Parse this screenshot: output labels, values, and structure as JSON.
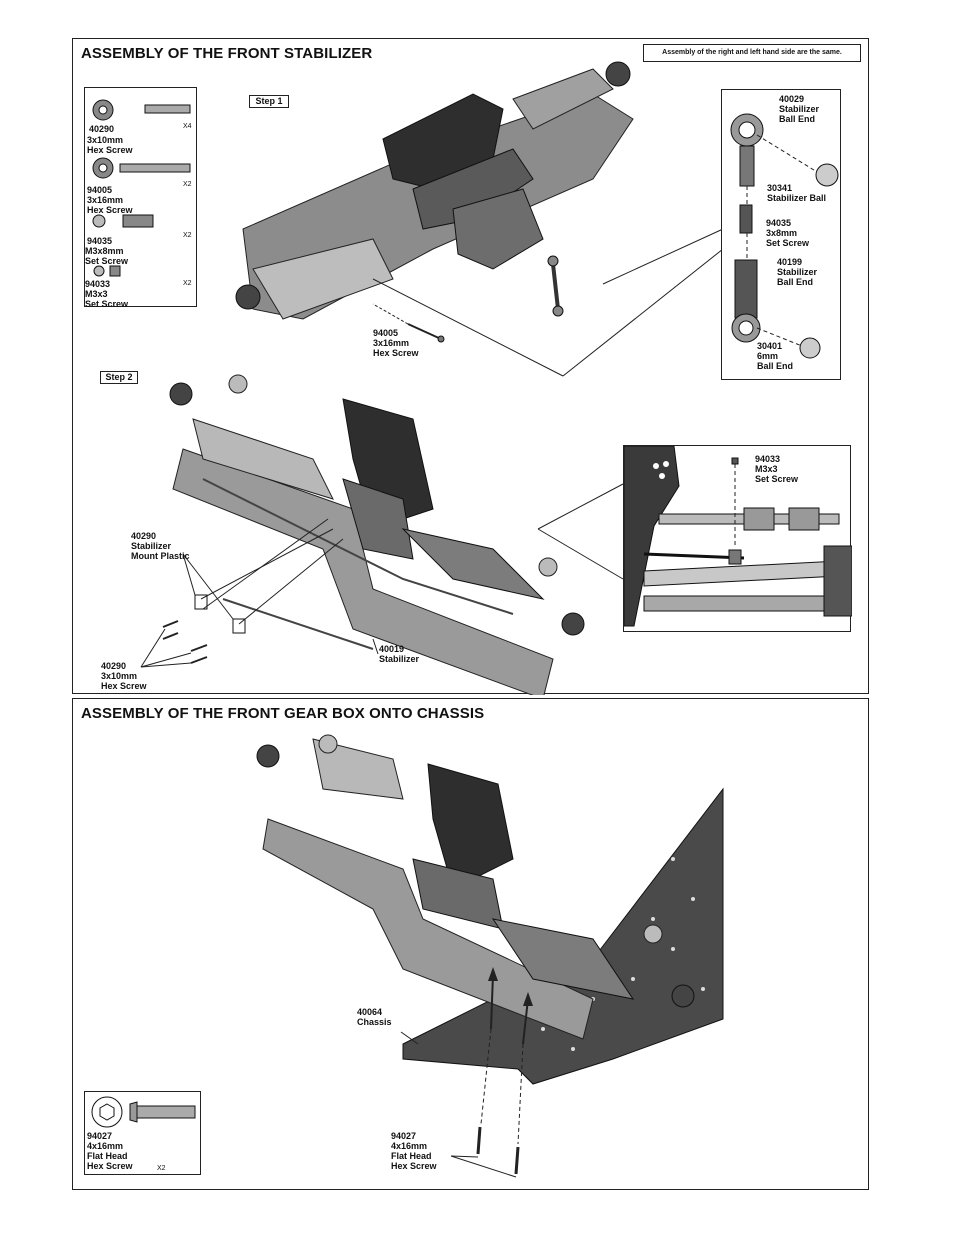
{
  "section1": {
    "title": "ASSEMBLY OF THE FRONT STABILIZER",
    "note": "Assembly of the right and left hand side are the same.",
    "step1_label": "Step 1",
    "step2_label": "Step 2",
    "parts_box": [
      {
        "code": "40290",
        "desc": "3x10mm\nHex Screw",
        "qty": "X4"
      },
      {
        "code": "94005",
        "desc": "3x16mm\nHex Screw",
        "qty": "X2"
      },
      {
        "code": "94035",
        "desc": "M3x8mm\nSet Screw",
        "qty": "X2"
      },
      {
        "code": "94033",
        "desc": "M3x3\nSet Screw",
        "qty": "X2"
      }
    ],
    "callouts": {
      "screw_94005": "94005\n3x16mm\nHex Screw",
      "ball_end_40029": "40029\nStabilizer\nBall End",
      "ball_30341": "30341\nStabilizer Ball",
      "set_94035": "94035\n3x8mm\nSet Screw",
      "ball_end_40199": "40199\nStabilizer\nBall End",
      "ball_end_30401": "30401\n6mm\nBall End",
      "set_94033": "94033\nM3x3\nSet Screw",
      "mount_40290": "40290\nStabilizer\nMount Plastic",
      "stabilizer_40019": "40019\nStabilizer",
      "screw_40290": "40290\n3x10mm\nHex Screw"
    }
  },
  "section2": {
    "title": "ASSEMBLY OF THE FRONT GEAR BOX ONTO CHASSIS",
    "callouts": {
      "chassis_40064": "40064\nChassis",
      "screw_94027": "94027\n4x16mm\nFlat Head\nHex Screw"
    },
    "parts_box": [
      {
        "code": "94027",
        "desc": "4x16mm\nFlat Head\nHex Screw",
        "qty": "X2"
      }
    ]
  },
  "colors": {
    "line": "#222222",
    "part_dark": "#3a3a3a",
    "part_mid": "#8a8a8a",
    "part_light": "#c8c8c8"
  }
}
